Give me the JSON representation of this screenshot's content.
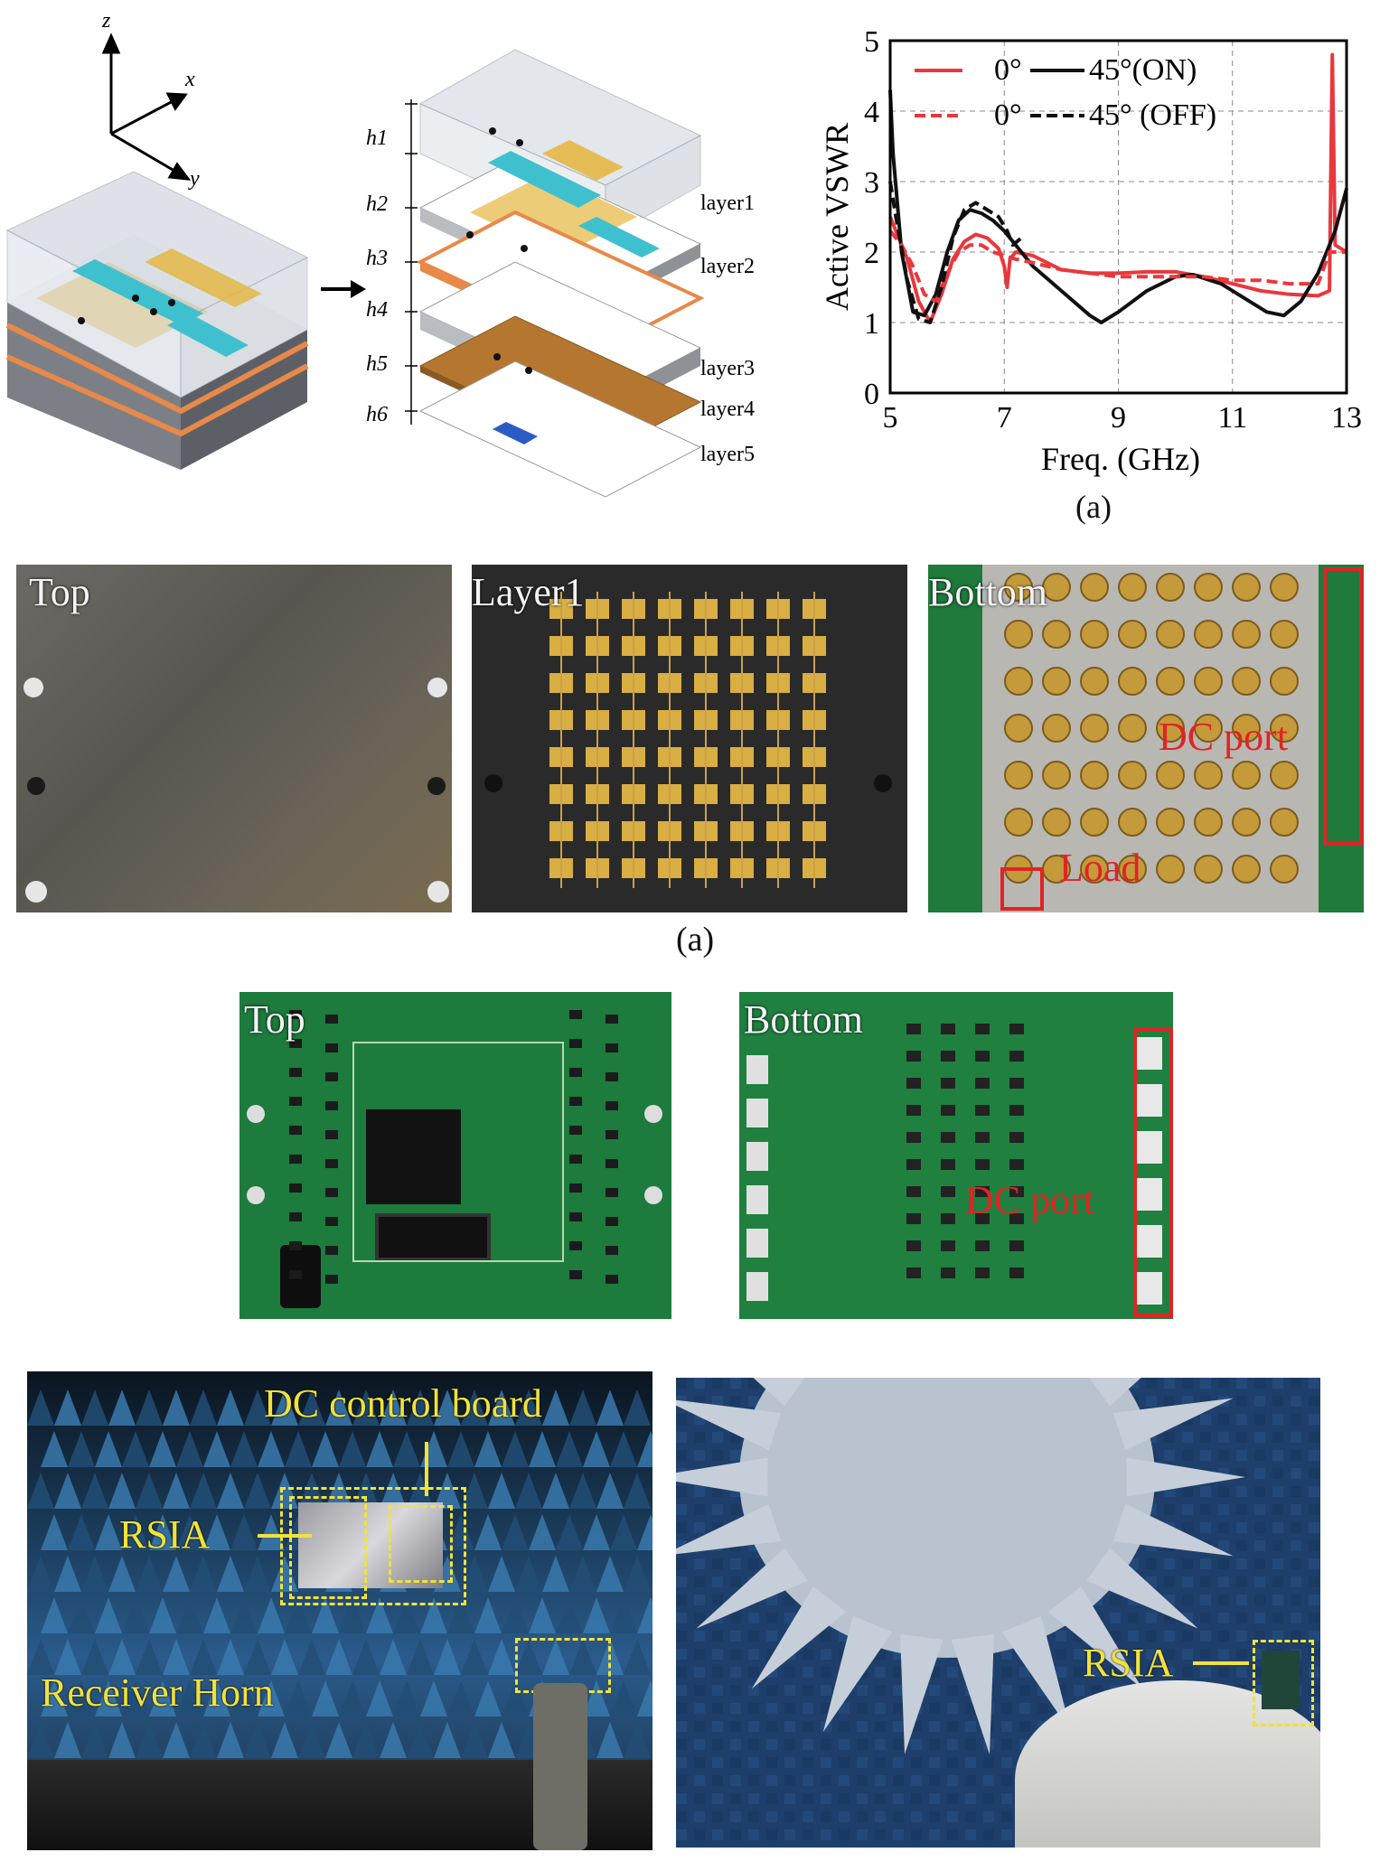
{
  "top_row": {
    "axes": {
      "z": "z",
      "x": "x",
      "y": "y"
    },
    "heights": [
      "h1",
      "h2",
      "h3",
      "h4",
      "h5",
      "h6"
    ],
    "layers": [
      "layer1",
      "layer2",
      "layer3",
      "layer4",
      "layer5"
    ],
    "caption": "(a)"
  },
  "chart_data": {
    "type": "line",
    "xlabel": "Freq. (GHz)",
    "ylabel": "Active VSWR",
    "xlim": [
      5,
      13
    ],
    "ylim": [
      0,
      5
    ],
    "xticks": [
      "5",
      "7",
      "9",
      "11",
      "13"
    ],
    "yticks": [
      "0",
      "1",
      "2",
      "3",
      "4",
      "5"
    ],
    "grid": true,
    "legend_placement": "top",
    "legend": {
      "on_prefix": "0°",
      "on_label": "45°(ON)",
      "off_prefix": "0°",
      "off_label": "45° (OFF)"
    },
    "series": [
      {
        "key": "s0on",
        "color": "#e8383d",
        "dash": false,
        "x": [
          5.0,
          5.1,
          5.3,
          5.5,
          5.7,
          5.9,
          6.1,
          6.3,
          6.5,
          6.7,
          6.9,
          7.0,
          7.05,
          7.1,
          7.2,
          7.5,
          8.0,
          8.5,
          9.0,
          9.5,
          10.0,
          10.5,
          11.0,
          11.5,
          12.0,
          12.5,
          12.7,
          12.75,
          12.8,
          12.9,
          13.0
        ],
        "y": [
          2.5,
          2.3,
          1.9,
          1.3,
          1.0,
          1.4,
          1.9,
          2.15,
          2.25,
          2.2,
          2.05,
          1.8,
          1.5,
          1.9,
          2.0,
          1.95,
          1.75,
          1.7,
          1.7,
          1.72,
          1.72,
          1.65,
          1.55,
          1.45,
          1.4,
          1.38,
          1.45,
          4.8,
          2.1,
          2.05,
          2.0
        ]
      },
      {
        "key": "s45on",
        "color": "#111111",
        "dash": false,
        "x": [
          5.0,
          5.05,
          5.2,
          5.4,
          5.6,
          5.8,
          6.0,
          6.2,
          6.4,
          6.6,
          6.8,
          7.0,
          7.2,
          7.5,
          8.0,
          8.5,
          8.7,
          9.0,
          9.5,
          10.0,
          10.3,
          10.8,
          11.2,
          11.6,
          11.9,
          12.2,
          12.5,
          12.8,
          13.0
        ],
        "y": [
          4.3,
          3.4,
          2.0,
          1.15,
          1.1,
          1.4,
          2.0,
          2.45,
          2.6,
          2.55,
          2.45,
          2.3,
          2.1,
          1.8,
          1.45,
          1.1,
          1.0,
          1.15,
          1.45,
          1.65,
          1.68,
          1.55,
          1.35,
          1.15,
          1.1,
          1.3,
          1.7,
          2.3,
          2.9
        ]
      },
      {
        "key": "s0off",
        "color": "#e8383d",
        "dash": true,
        "x": [
          5.0,
          5.2,
          5.4,
          5.6,
          5.8,
          6.0,
          6.2,
          6.4,
          6.6,
          6.8,
          7.0,
          7.2,
          7.5,
          8.0,
          8.5,
          9.0,
          9.5,
          10.0,
          10.5,
          11.0,
          11.5,
          12.0,
          12.5,
          12.7,
          13.0
        ],
        "y": [
          2.3,
          2.1,
          1.8,
          1.4,
          1.3,
          1.7,
          2.0,
          2.1,
          2.1,
          2.0,
          1.95,
          1.9,
          1.85,
          1.75,
          1.7,
          1.65,
          1.65,
          1.65,
          1.65,
          1.6,
          1.6,
          1.55,
          1.55,
          2.0,
          2.0
        ]
      },
      {
        "key": "s45off",
        "color": "#111111",
        "dash": true,
        "x": [
          5.0,
          5.1,
          5.3,
          5.5,
          5.7,
          5.9,
          6.1,
          6.3,
          6.5,
          6.7,
          6.9,
          7.05,
          7.15,
          7.3
        ],
        "y": [
          3.0,
          2.5,
          1.6,
          1.05,
          1.0,
          1.5,
          2.2,
          2.6,
          2.7,
          2.6,
          2.5,
          2.3,
          2.1,
          2.2
        ]
      }
    ]
  },
  "pcb_row": {
    "top_label": "Top",
    "layer1_label": "Layer1",
    "bottom_label": "Bottom",
    "dc_port": "DC port",
    "load": "Load",
    "caption": "(a)"
  },
  "control_row": {
    "top_label": "Top",
    "bottom_label": "Bottom",
    "dc_port": "DC port"
  },
  "chamber_row": {
    "dc_board": "DC control board",
    "rsia_left": "RSIA",
    "receiver": "Receiver Horn",
    "rsia_right": "RSIA"
  },
  "colors": {
    "red": "#e8383d",
    "black": "#111111",
    "pcb_green": "#1f7a3c",
    "gold": "#d9ae42",
    "chamber_blue": "#2a5b8c",
    "annot_yellow": "#f2e23a",
    "annot_red": "#e02424"
  }
}
